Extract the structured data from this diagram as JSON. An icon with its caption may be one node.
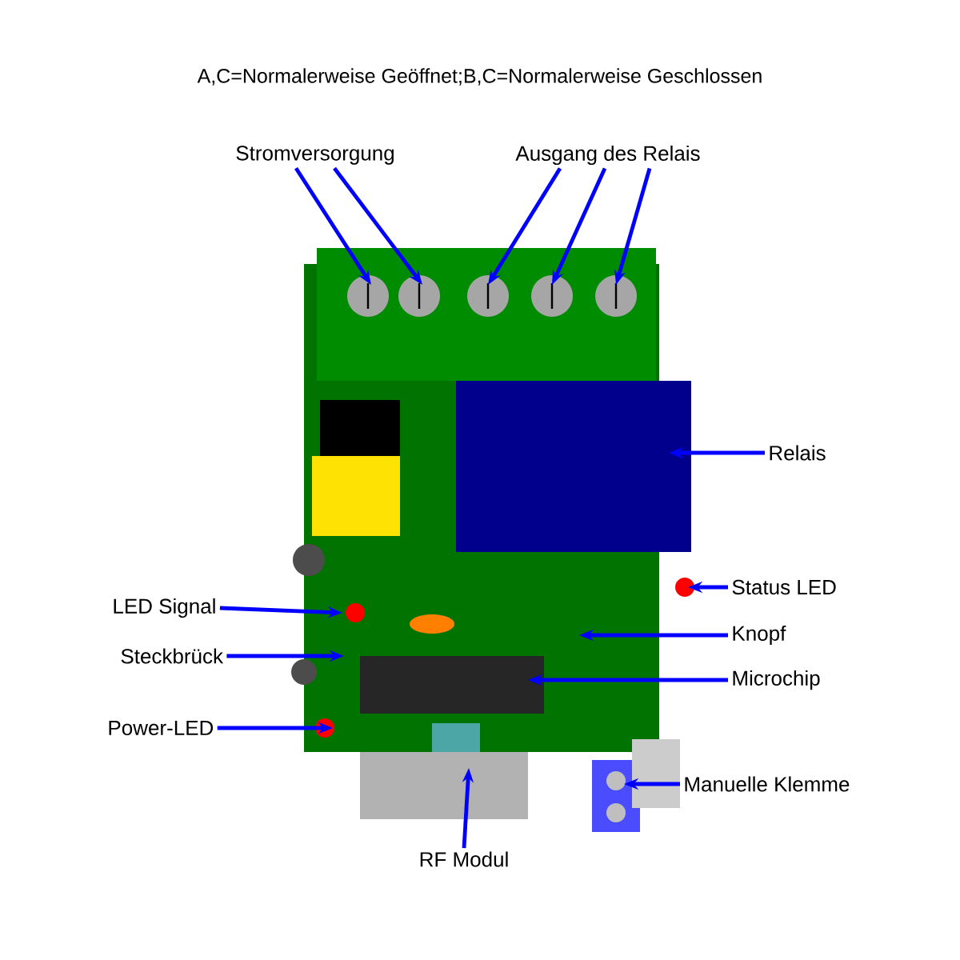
{
  "diagram": {
    "title": "A,C=Normalerweise Geöffnet;B,C=Normalerweise Geschlossen",
    "nodes": [
      {
        "text": [
          "Stromversorgung"
        ]
      },
      {
        "text": [
          "Ausgang des Relais"
        ]
      },
      {
        "text": [
          "Relais"
        ]
      },
      {
        "text": [
          "Status LED"
        ]
      },
      {
        "text": [
          "LED Signal"
        ]
      },
      {
        "text": [
          "Knopf"
        ]
      },
      {
        "text": [
          "Steckbrück"
        ]
      },
      {
        "text": [
          "Microchip"
        ]
      },
      {
        "text": [
          "Power-LED"
        ]
      },
      {
        "text": [
          "Manuelle Klemme"
        ]
      },
      {
        "text": [
          "RF Modul"
        ]
      }
    ],
    "edges": [
      {
        "from": 0,
        "to": null,
        "arrow": "to"
      },
      {
        "from": 0,
        "to": null,
        "arrow": "to"
      },
      {
        "from": 1,
        "to": null,
        "arrow": "to"
      },
      {
        "from": 1,
        "to": null,
        "arrow": "to"
      },
      {
        "from": 1,
        "to": null,
        "arrow": "to"
      },
      {
        "from": 2,
        "to": null,
        "arrow": "to"
      },
      {
        "from": 3,
        "to": null,
        "arrow": "to"
      },
      {
        "from": 4,
        "to": null,
        "arrow": "to"
      },
      {
        "from": 5,
        "to": null,
        "arrow": "to"
      },
      {
        "from": 6,
        "to": null,
        "arrow": "to"
      },
      {
        "from": 7,
        "to": null,
        "arrow": "to"
      },
      {
        "from": 8,
        "to": null,
        "arrow": "to"
      },
      {
        "from": 9,
        "to": null,
        "arrow": "to"
      },
      {
        "from": 10,
        "to": null,
        "arrow": "to"
      }
    ]
  }
}
